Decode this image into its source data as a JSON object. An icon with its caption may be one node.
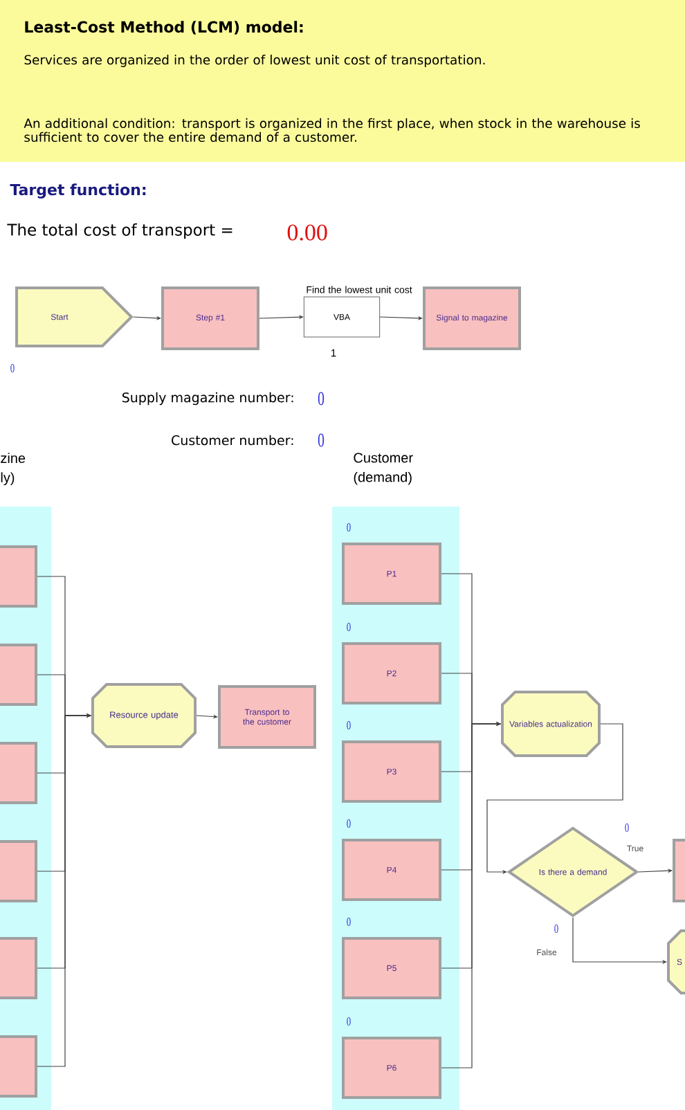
{
  "diagram": {
    "title": "Least-Cost Method (LCM) model:",
    "nodes": [
      {
        "text": [
          "Start"
        ]
      },
      {
        "text": [
          "Step #1"
        ]
      },
      {
        "text": [
          "VBA"
        ],
        "beside": [
          "Find the lowest unit cost"
        ]
      },
      {
        "text": [
          "Signal to magazine"
        ]
      },
      {
        "text": [
          "zine ly)"
        ]
      },
      {
        "text": [],
        "shape": "box",
        "in": 4
      },
      {
        "text": [],
        "shape": "box",
        "in": 4
      },
      {
        "text": [],
        "shape": "box",
        "in": 4
      },
      {
        "text": [],
        "shape": "box",
        "in": 4
      },
      {
        "text": [],
        "shape": "box",
        "in": 4
      },
      {
        "text": [],
        "shape": "box",
        "in": 4
      },
      {
        "text": [
          "Resource update"
        ]
      },
      {
        "text": [
          "Transport to the customer"
        ]
      },
      {
        "text": [
          "Customer (demand)"
        ]
      },
      {
        "text": [
          "P1"
        ],
        "in": 13
      },
      {
        "text": [
          "P2"
        ],
        "in": 13
      },
      {
        "text": [
          "P3"
        ],
        "in": 13
      },
      {
        "text": [
          "P4"
        ],
        "in": 13
      },
      {
        "text": [
          "P5"
        ],
        "in": 13
      },
      {
        "text": [
          "P6"
        ],
        "in": 13
      },
      {
        "text": [
          "Variables actualization"
        ]
      },
      {
        "text": [
          "Is there a demand"
        ]
      },
      {
        "text": [],
        "shape": "box"
      },
      {
        "text": [
          "S"
        ]
      }
    ],
    "edges": [
      {
        "from": 0,
        "to": 1,
        "arrow": "to"
      },
      {
        "from": 1,
        "to": 2,
        "arrow": "to"
      },
      {
        "from": 2,
        "to": 3,
        "arrow": "to"
      },
      {
        "from": 5,
        "to": 11,
        "arrow": "to"
      },
      {
        "from": 6,
        "to": 11,
        "arrow": "to"
      },
      {
        "from": 7,
        "to": 11,
        "arrow": "to"
      },
      {
        "from": 8,
        "to": 11,
        "arrow": "to"
      },
      {
        "from": 9,
        "to": 11,
        "arrow": "to"
      },
      {
        "from": 10,
        "to": 11,
        "arrow": "to"
      },
      {
        "from": 11,
        "to": 12,
        "arrow": "to"
      },
      {
        "from": 14,
        "to": 20,
        "arrow": "to"
      },
      {
        "from": 15,
        "to": 20,
        "arrow": "to"
      },
      {
        "from": 16,
        "to": 20,
        "arrow": "to"
      },
      {
        "from": 17,
        "to": 20,
        "arrow": "to"
      },
      {
        "from": 18,
        "to": 20,
        "arrow": "to"
      },
      {
        "from": 19,
        "to": 20,
        "arrow": "to"
      },
      {
        "from": 20,
        "to": 21,
        "arrow": "to"
      },
      {
        "from": 21,
        "to": 22,
        "arrow": "to",
        "label": "True"
      },
      {
        "from": 21,
        "to": 23,
        "arrow": "to",
        "label": "False"
      }
    ],
    "labels": [
      "Services are organized in the order of lowest unit cost of transportation.",
      "An additional condition: transport is organized in the first place, when stock in the warehouse is sufficient to cover the entire demand of a customer.",
      "Target function:",
      "The total cost of transport =",
      "0.00",
      "0",
      "1",
      "Supply magazine number:",
      "0",
      "Customer number:",
      "0",
      "0",
      "0",
      "0",
      "0",
      "0",
      "0",
      "0",
      "0"
    ]
  }
}
